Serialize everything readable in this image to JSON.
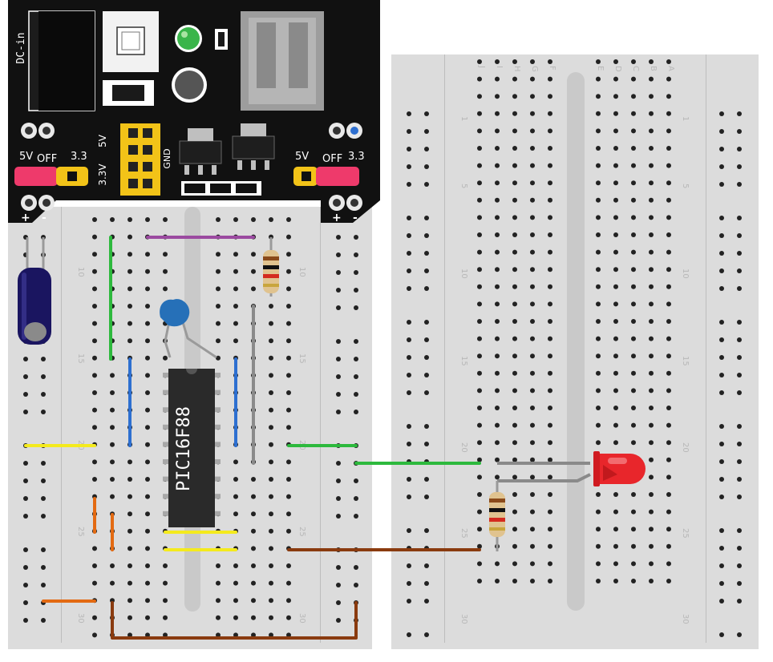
{
  "power_supply": {
    "dc_label": "DC-in",
    "left_5v_label": "5V",
    "left_off_label": "OFF",
    "left_33_label": "3.3",
    "right_5v_label": "5V",
    "right_off_label": "OFF",
    "right_33_label": "3.3",
    "header_5v_label": "5V",
    "header_33v_label": "3.3V",
    "header_gnd_label": "GND",
    "plus_label": "+",
    "minus_label": "-",
    "board_color": "#111111",
    "jumper_color": "#f2c318",
    "switch_color": "#ee3a6b",
    "led_color": "#3ab54a"
  },
  "left_breadboard": {
    "row_labels": [
      "10",
      "15",
      "20",
      "25",
      "30"
    ],
    "chip_label": "PIC16F88"
  },
  "right_breadboard": {
    "column_labels_left": [
      "J",
      "I",
      "H",
      "G",
      "F"
    ],
    "column_labels_right": [
      "E",
      "D",
      "C",
      "B",
      "A"
    ],
    "row_labels": [
      "1",
      "5",
      "10",
      "15",
      "20",
      "25",
      "30"
    ]
  },
  "wire_colors": {
    "green": "#2db93d",
    "purple": "#9b4aa0",
    "blue": "#2d6fd0",
    "yellow": "#f4ea1d",
    "orange": "#e36a12",
    "brown": "#8a3b0f",
    "gray": "#8a8a8a"
  },
  "components": {
    "led_color": "#e8262b",
    "capacitor_color": "#1a1560",
    "ceramic_cap_color": "#2670b8"
  }
}
